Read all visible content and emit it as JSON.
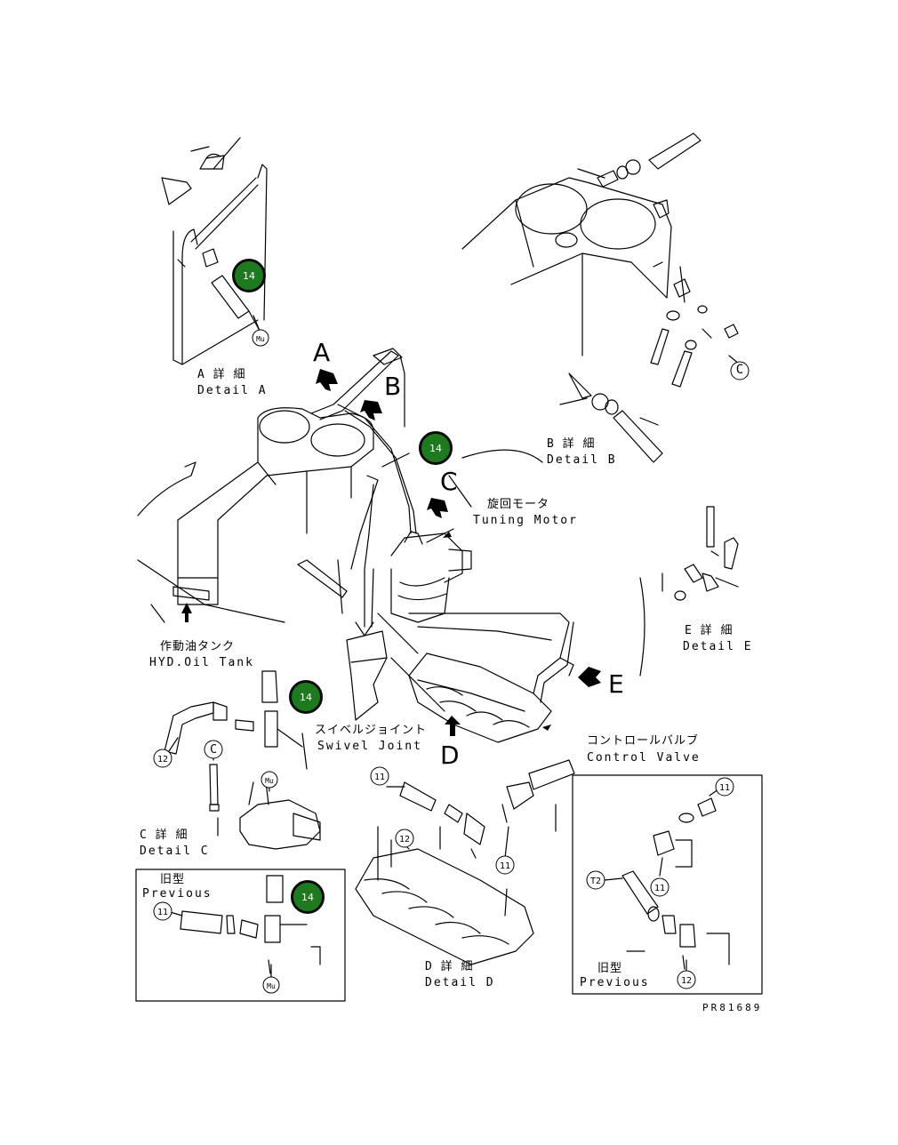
{
  "details": {
    "a": {
      "ja": "A 詳 細",
      "en": "Detail A"
    },
    "b": {
      "ja": "B 詳 細",
      "en": "Detail B"
    },
    "c": {
      "ja": "C 詳 細",
      "en": "Detail C"
    },
    "d": {
      "ja": "D 詳 細",
      "en": "Detail D"
    },
    "e": {
      "ja": "E 詳 細",
      "en": "Detail E"
    }
  },
  "components": {
    "swing_motor": {
      "ja": "旋回モータ",
      "en": "Tuning Motor"
    },
    "hyd_tank": {
      "ja": "作動油タンク",
      "en": "HYD.Oil Tank"
    },
    "swivel_joint": {
      "ja": "スイベルジョイント",
      "en": "Swivel Joint"
    },
    "control_valve": {
      "ja": "コントロールバルブ",
      "en": "Control Valve"
    }
  },
  "view_letters": {
    "a": "A",
    "b": "B",
    "c": "C",
    "d": "D",
    "e": "E"
  },
  "previous": {
    "ja": "旧型",
    "en": "Previous"
  },
  "callouts": {
    "mu": "Mu",
    "c_ref": "C",
    "n11": "11",
    "n12": "12",
    "t2": "T2"
  },
  "markers": {
    "label": "14"
  },
  "drawing_number": "PR81689",
  "colors": {
    "marker_fill": "#1e7a1e",
    "line": "#000000",
    "background": "#ffffff"
  }
}
